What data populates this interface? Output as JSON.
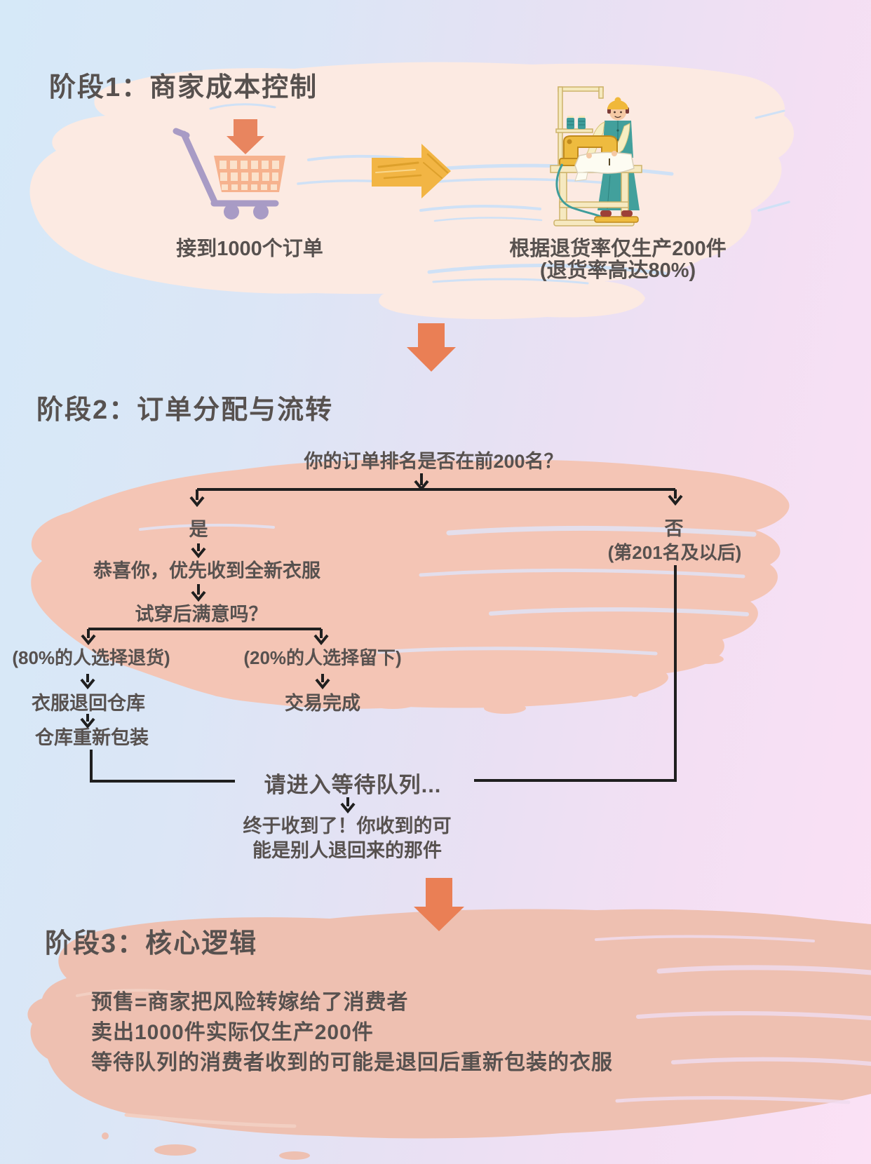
{
  "stage1": {
    "title": "阶段1：商家成本控制",
    "cart_caption": "接到1000个订单",
    "producer_caption_line1": "根据退货率仅生产200件",
    "producer_caption_line2": "(退货率高达80%)"
  },
  "stage2": {
    "title": "阶段2：订单分配与流转",
    "question": "你的订单排名是否在前200名？",
    "yes_label": "是",
    "yes_step1": "恭喜你，优先收到全新衣服",
    "yes_step2": "试穿后满意吗？",
    "return_label": "(80%的人选择退货)",
    "keep_label": "(20%的人选择留下)",
    "return_step1": "衣服退回仓库",
    "return_step2": "仓库重新包装",
    "keep_step1": "交易完成",
    "no_label": "否",
    "no_sublabel": "(第201名及以后)",
    "queue_label": "请进入等待队列...",
    "queue_result_line1": "终于收到了！你收到的可",
    "queue_result_line2": "能是别人退回来的那件"
  },
  "stage3": {
    "title": "阶段3：核心逻辑",
    "lines": [
      "预售=商家把风险转嫁给了消费者",
      "卖出1000件实际仅生产200件",
      "等待队列的消费者收到的可能是退回后重新包装的衣服"
    ]
  },
  "colors": {
    "text": "#57514f",
    "flow_line": "#1f1f1f",
    "accent_orange": "#ea7f55",
    "cart_arrow_orange": "#e8855f",
    "yellow_arrow": "#f2b544",
    "cart_purple": "#a89bc5",
    "cart_basket": "#f6b28e",
    "stroke_stage1": "#fceae2",
    "stroke_stage2": "#f4c5b5",
    "stroke_stage3": "#eec0b1",
    "teal": "#42a09c",
    "machine_gold": "#eebb3f"
  },
  "icons": {
    "cart": "shopping-cart-icon",
    "down_arrow": "down-arrow-icon",
    "right_arrow": "right-arrow-icon",
    "tailor": "tailor-sewing-illustration"
  }
}
